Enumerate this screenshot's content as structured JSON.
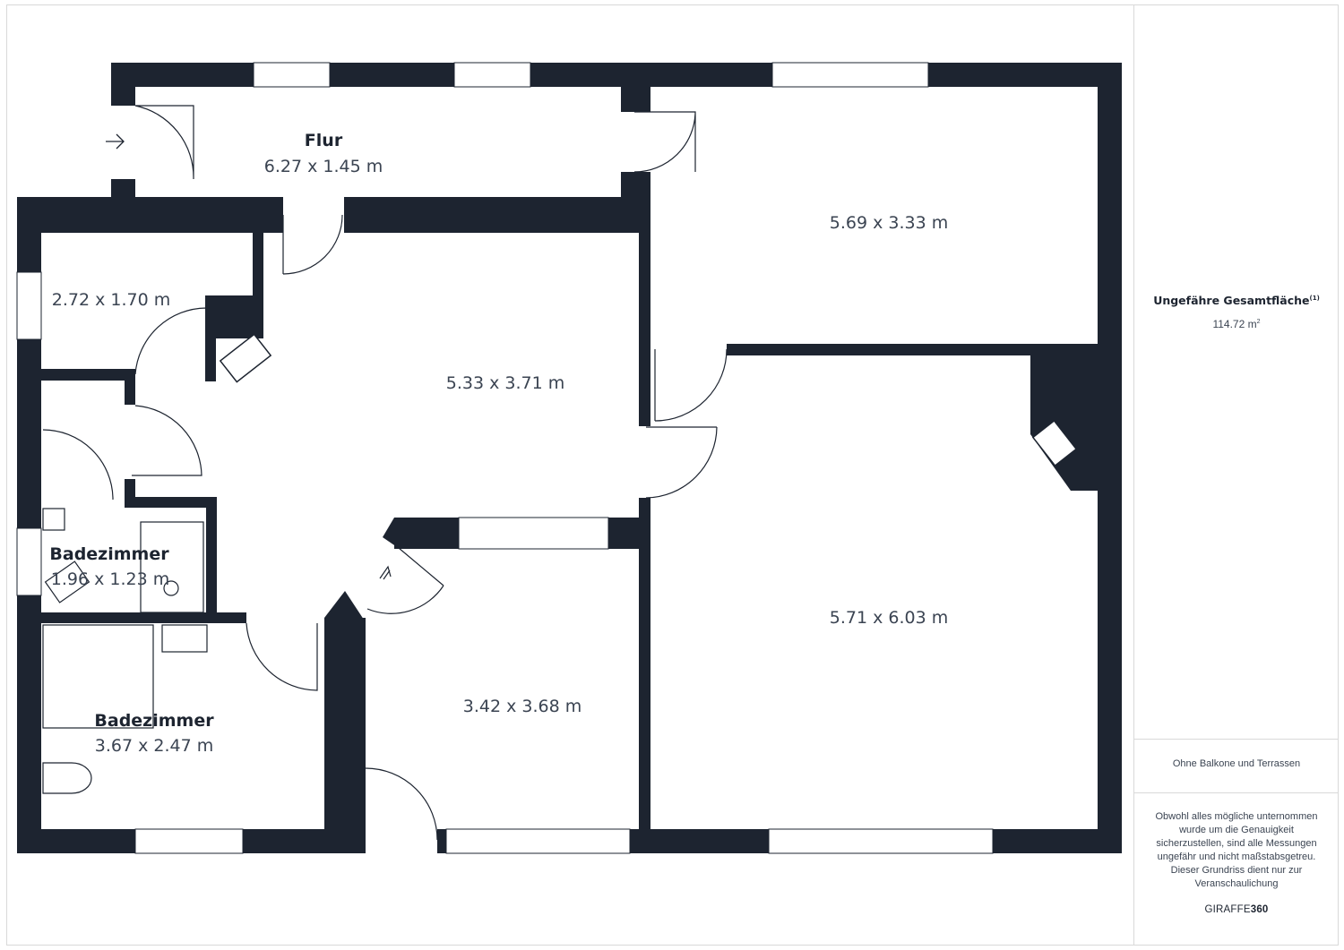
{
  "rooms": {
    "flur": {
      "name": "Flur",
      "dims": "6.27 x 1.45 m"
    },
    "top_right": {
      "dims": "5.69 x 3.33 m"
    },
    "small_room": {
      "dims": "2.72 x 1.70 m"
    },
    "central": {
      "dims": "5.33 x 3.71 m"
    },
    "bath_small": {
      "name": "Badezimmer",
      "dims": "1.96 x 1.23 m"
    },
    "bath_large": {
      "name": "Badezimmer",
      "dims": "3.67 x 2.47 m"
    },
    "bottom_middle": {
      "dims": "3.42 x 3.68 m"
    },
    "bottom_right": {
      "dims": "5.71 x 6.03 m"
    }
  },
  "sidebar": {
    "area_title": "Ungefähre Gesamtfläche",
    "area_title_sup": "(1)",
    "area_value": "114.72 m",
    "area_value_sup": "2",
    "note": "Ohne Balkone und Terrassen",
    "disclaimer": "Obwohl alles mögliche unternommen wurde um die Genauigkeit sicherzustellen, sind alle Messungen ungefähr und nicht maßstabsgetreu. Dieser Grundriss dient nur zur Veranschaulichung",
    "brand_prefix": "GIRAFFE",
    "brand_suffix": "360"
  },
  "colors": {
    "wall": "#1d2430",
    "text": "#3b4452",
    "border": "#d9d9d9"
  }
}
